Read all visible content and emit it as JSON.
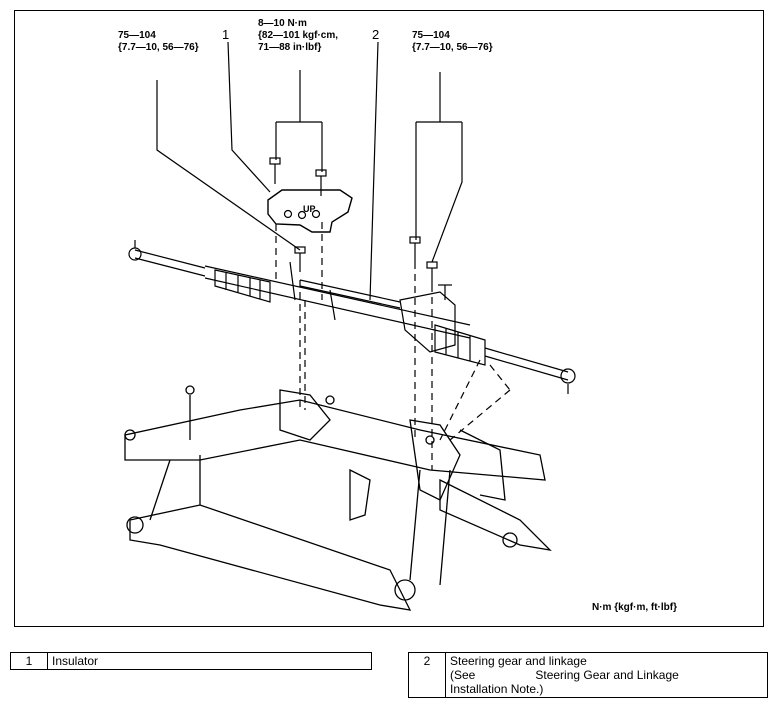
{
  "torque": {
    "left": {
      "line1": "75—104",
      "line2": "{7.7—10, 56—76}"
    },
    "center": {
      "line1": "8—10 N·m",
      "line2": "{82—101 kgf·cm,",
      "line3": "71—88 in·lbf}"
    },
    "right": {
      "line1": "75—104",
      "line2": "{7.7—10, 56—76}"
    }
  },
  "callouts": {
    "c1": "1",
    "c2": "2"
  },
  "units_label": "N·m {kgf·m, ft·lbf}",
  "insulator_mark": "UP",
  "legend": [
    {
      "num": "1",
      "desc": "Insulator"
    },
    {
      "num": "2",
      "desc_lines": [
        "Steering gear and linkage",
        "(See                  Steering Gear and Linkage",
        "Installation Note.)"
      ]
    }
  ]
}
